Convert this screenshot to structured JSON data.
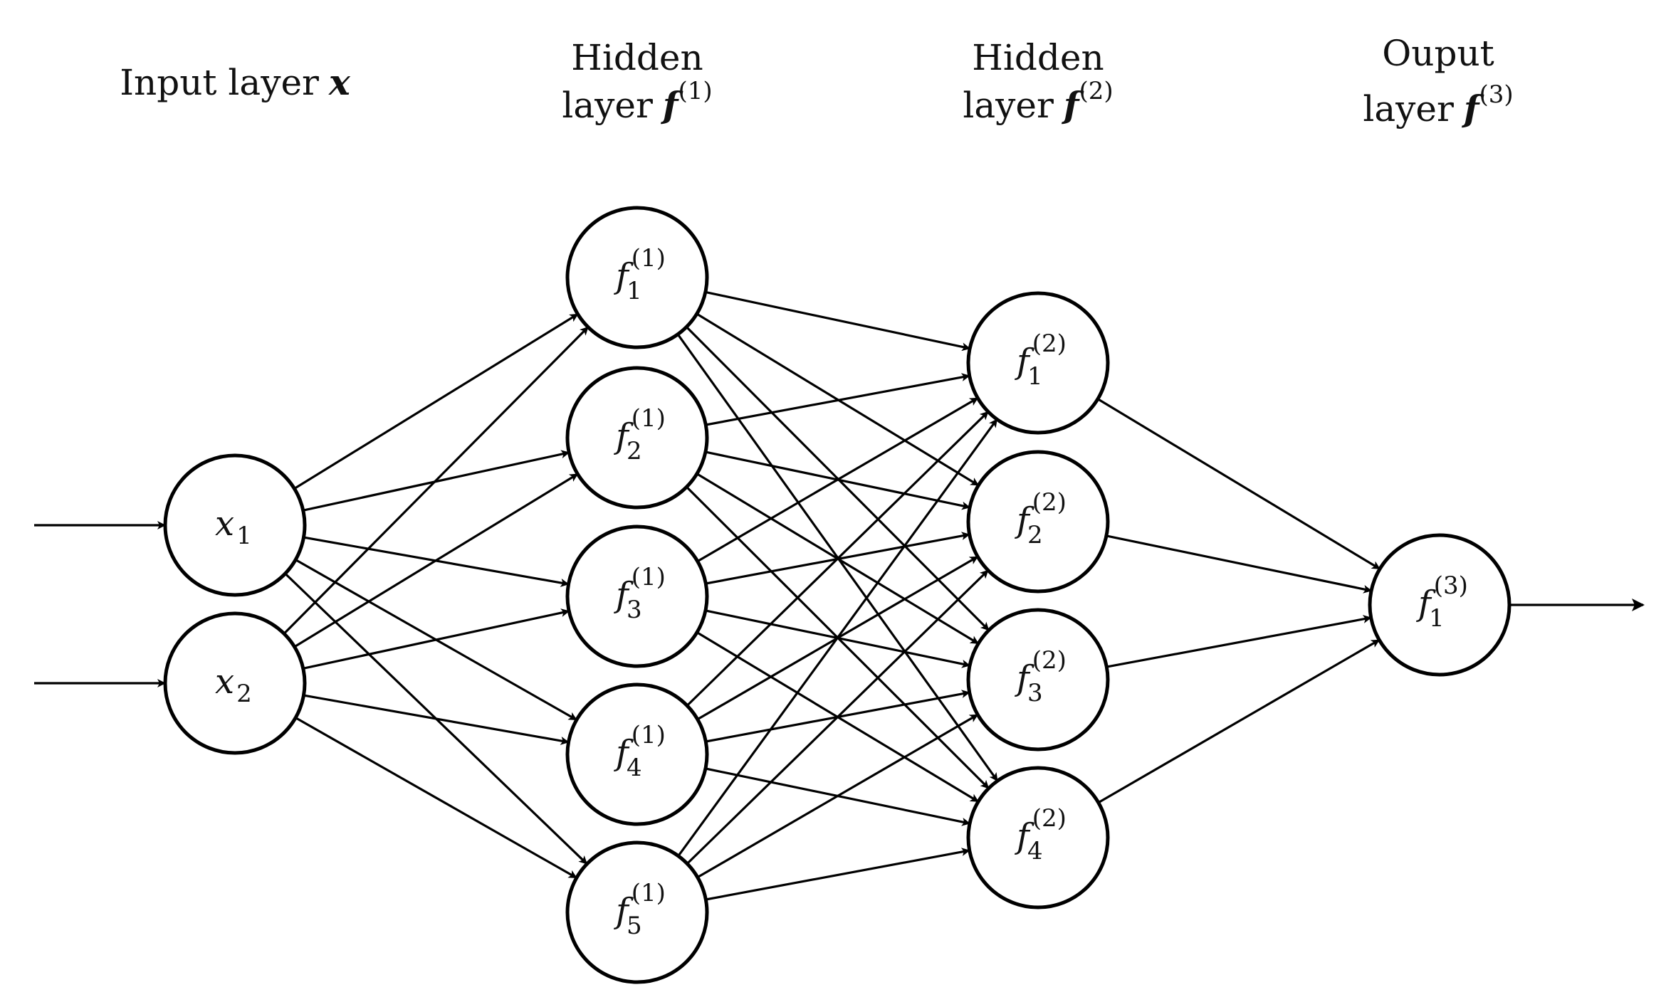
{
  "titles": {
    "input": {
      "line1": "Input layer",
      "math": "x",
      "line2": "",
      "sup": ""
    },
    "hidden1": {
      "line1": "Hidden",
      "line2": "layer",
      "math": "f",
      "sup": "(1)"
    },
    "hidden2": {
      "line1": "Hidden",
      "line2": "layer",
      "math": "f",
      "sup": "(2)"
    },
    "output": {
      "line1": "Ouput",
      "line2": "layer",
      "math": "f",
      "sup": "(3)"
    }
  },
  "layers": [
    {
      "id": "input",
      "nodes": [
        {
          "var": "x",
          "sub": "1",
          "sup": ""
        },
        {
          "var": "x",
          "sub": "2",
          "sup": ""
        }
      ]
    },
    {
      "id": "hidden1",
      "nodes": [
        {
          "var": "f",
          "sub": "1",
          "sup": "(1)"
        },
        {
          "var": "f",
          "sub": "2",
          "sup": "(1)"
        },
        {
          "var": "f",
          "sub": "3",
          "sup": "(1)"
        },
        {
          "var": "f",
          "sub": "4",
          "sup": "(1)"
        },
        {
          "var": "f",
          "sub": "5",
          "sup": "(1)"
        }
      ]
    },
    {
      "id": "hidden2",
      "nodes": [
        {
          "var": "f",
          "sub": "1",
          "sup": "(2)"
        },
        {
          "var": "f",
          "sub": "2",
          "sup": "(2)"
        },
        {
          "var": "f",
          "sub": "3",
          "sup": "(2)"
        },
        {
          "var": "f",
          "sub": "4",
          "sup": "(2)"
        }
      ]
    },
    {
      "id": "output",
      "nodes": [
        {
          "var": "f",
          "sub": "1",
          "sup": "(3)"
        }
      ]
    }
  ],
  "connectivity": "fully-connected",
  "input_arrows": true,
  "output_arrow": true
}
